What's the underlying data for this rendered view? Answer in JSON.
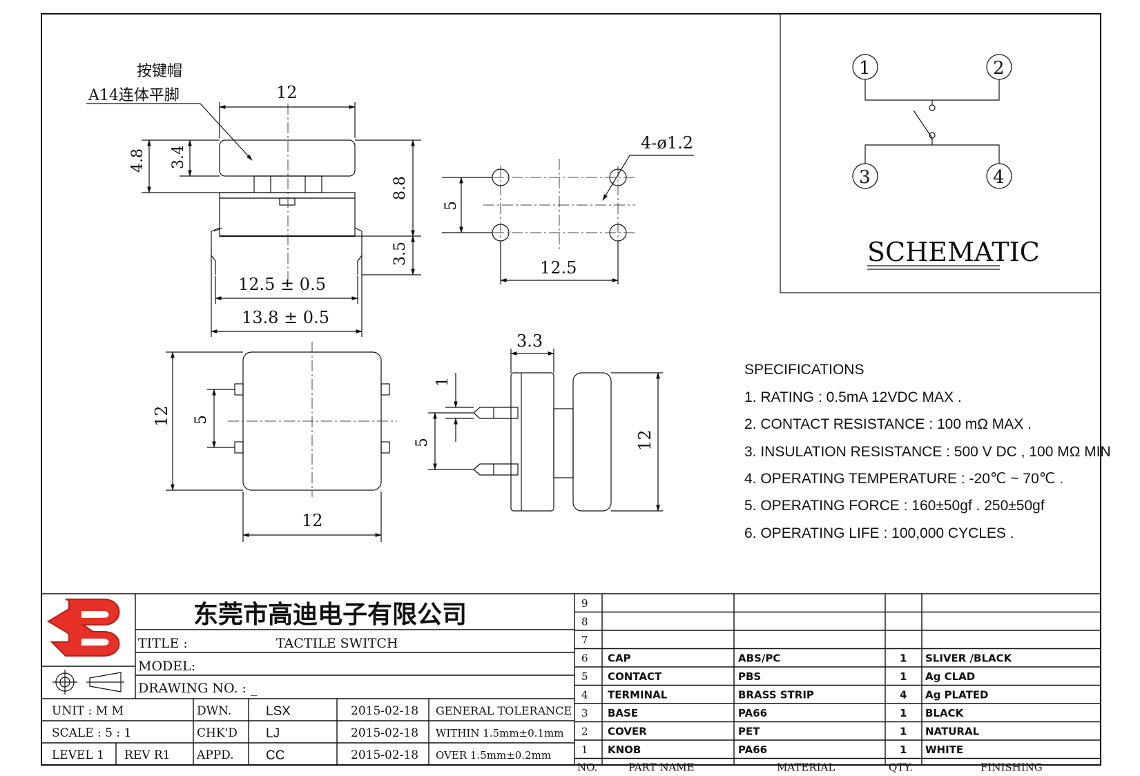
{
  "drawing": {
    "annotation_cn_line1": "按键帽",
    "annotation_cn_line2": "A14连体平脚",
    "dims": {
      "top_width": "12",
      "cap_height": "3.4",
      "total_cap": "4.8",
      "body_height": "8.8",
      "pin_length": "3.5",
      "pin_span": "12.5 ± 0.5",
      "outer_span": "13.8 ± 0.5",
      "hole_spec": "4-ø1.2",
      "hole_v": "5",
      "hole_h": "12.5",
      "bottom_h": "12",
      "bottom_pin_v": "5",
      "bottom_w": "12",
      "side_top": "3.3",
      "side_pin_t": "1",
      "side_pin_v": "5",
      "side_h": "12"
    }
  },
  "schematic": {
    "title": "SCHEMATIC",
    "pins": [
      "1",
      "2",
      "3",
      "4"
    ]
  },
  "specifications": {
    "heading": "SPECIFICATIONS",
    "items": [
      "1. RATING : 0.5mA 12VDC MAX .",
      "2. CONTACT RESISTANCE : 100 mΩ MAX .",
      "3. INSULATION RESISTANCE : 500 V DC , 100 MΩ MIN",
      "4. OPERATING TEMPERATURE : -20℃ ~ 70℃ .",
      "5. OPERATING FORCE : 160±50gf . 250±50gf",
      "6. OPERATING LIFE : 100,000 CYCLES ."
    ]
  },
  "title_block": {
    "company": "东莞市高迪电子有限公司",
    "title_label": "TITLE :",
    "title_value": "TACTILE SWITCH",
    "model_label": "MODEL:",
    "drawing_no_label": "DRAWING NO. : _",
    "rows": [
      {
        "k1": "UNIT   :   M M",
        "k2": "DWN.",
        "name": "LSX",
        "date": "2015-02-18",
        "tol": "GENERAL TOLERANCE"
      },
      {
        "k1": "SCALE  :  5 : 1",
        "k2": "CHK'D",
        "name": "LJ",
        "date": "2015-02-18",
        "tol": "WITHIN 1.5mm±0.1mm"
      },
      {
        "k1": "LEVEL 1",
        "k1b": "REV  R1",
        "k2": "APPD.",
        "name": "CC",
        "date": "2015-02-18",
        "tol": "OVER   1.5mm±0.2mm"
      }
    ]
  },
  "bom": {
    "headers": [
      "NO.",
      "PART  NAME",
      "MATERIAL",
      "QTY.",
      "FINISHING"
    ],
    "rows": [
      {
        "no": "9",
        "part": "",
        "material": "",
        "qty": "",
        "finish": ""
      },
      {
        "no": "8",
        "part": "",
        "material": "",
        "qty": "",
        "finish": ""
      },
      {
        "no": "7",
        "part": "",
        "material": "",
        "qty": "",
        "finish": ""
      },
      {
        "no": "6",
        "part": "CAP",
        "material": "ABS/PC",
        "qty": "1",
        "finish": "SLIVER /BLACK"
      },
      {
        "no": "5",
        "part": "CONTACT",
        "material": "PBS",
        "qty": "1",
        "finish": "Ag CLAD"
      },
      {
        "no": "4",
        "part": "TERMINAL",
        "material": "BRASS STRIP",
        "qty": "4",
        "finish": "Ag PLATED"
      },
      {
        "no": "3",
        "part": "BASE",
        "material": "PA66",
        "qty": "1",
        "finish": "BLACK"
      },
      {
        "no": "2",
        "part": "COVER",
        "material": "PET",
        "qty": "1",
        "finish": "NATURAL"
      },
      {
        "no": "1",
        "part": "KNOB",
        "material": "PA66",
        "qty": "1",
        "finish": "WHITE"
      }
    ]
  }
}
